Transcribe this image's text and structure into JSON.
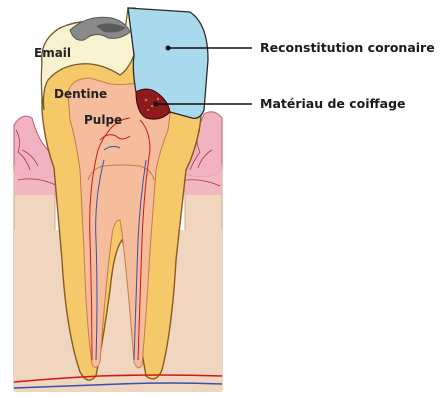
{
  "labels": {
    "email": "Email",
    "dentine": "Dentine",
    "pulpe": "Pulpe",
    "reconstitution": "Reconstitution coronaire",
    "materiau": "Matériau de coiffage"
  },
  "colors": {
    "enamel": "#f8f2d0",
    "dentine": "#f5c86a",
    "dentine_dark": "#e9a64a",
    "pulp": "#f6bd9c",
    "gum": "#f2b3c0",
    "bone": "#f1d6bf",
    "restoration": "#a8d9ec",
    "capping": "#8e1b1b",
    "vessel_red": "#cc1a1a",
    "nerve_blue": "#3a4fb0",
    "caries_gray": "#7a7a7a"
  }
}
